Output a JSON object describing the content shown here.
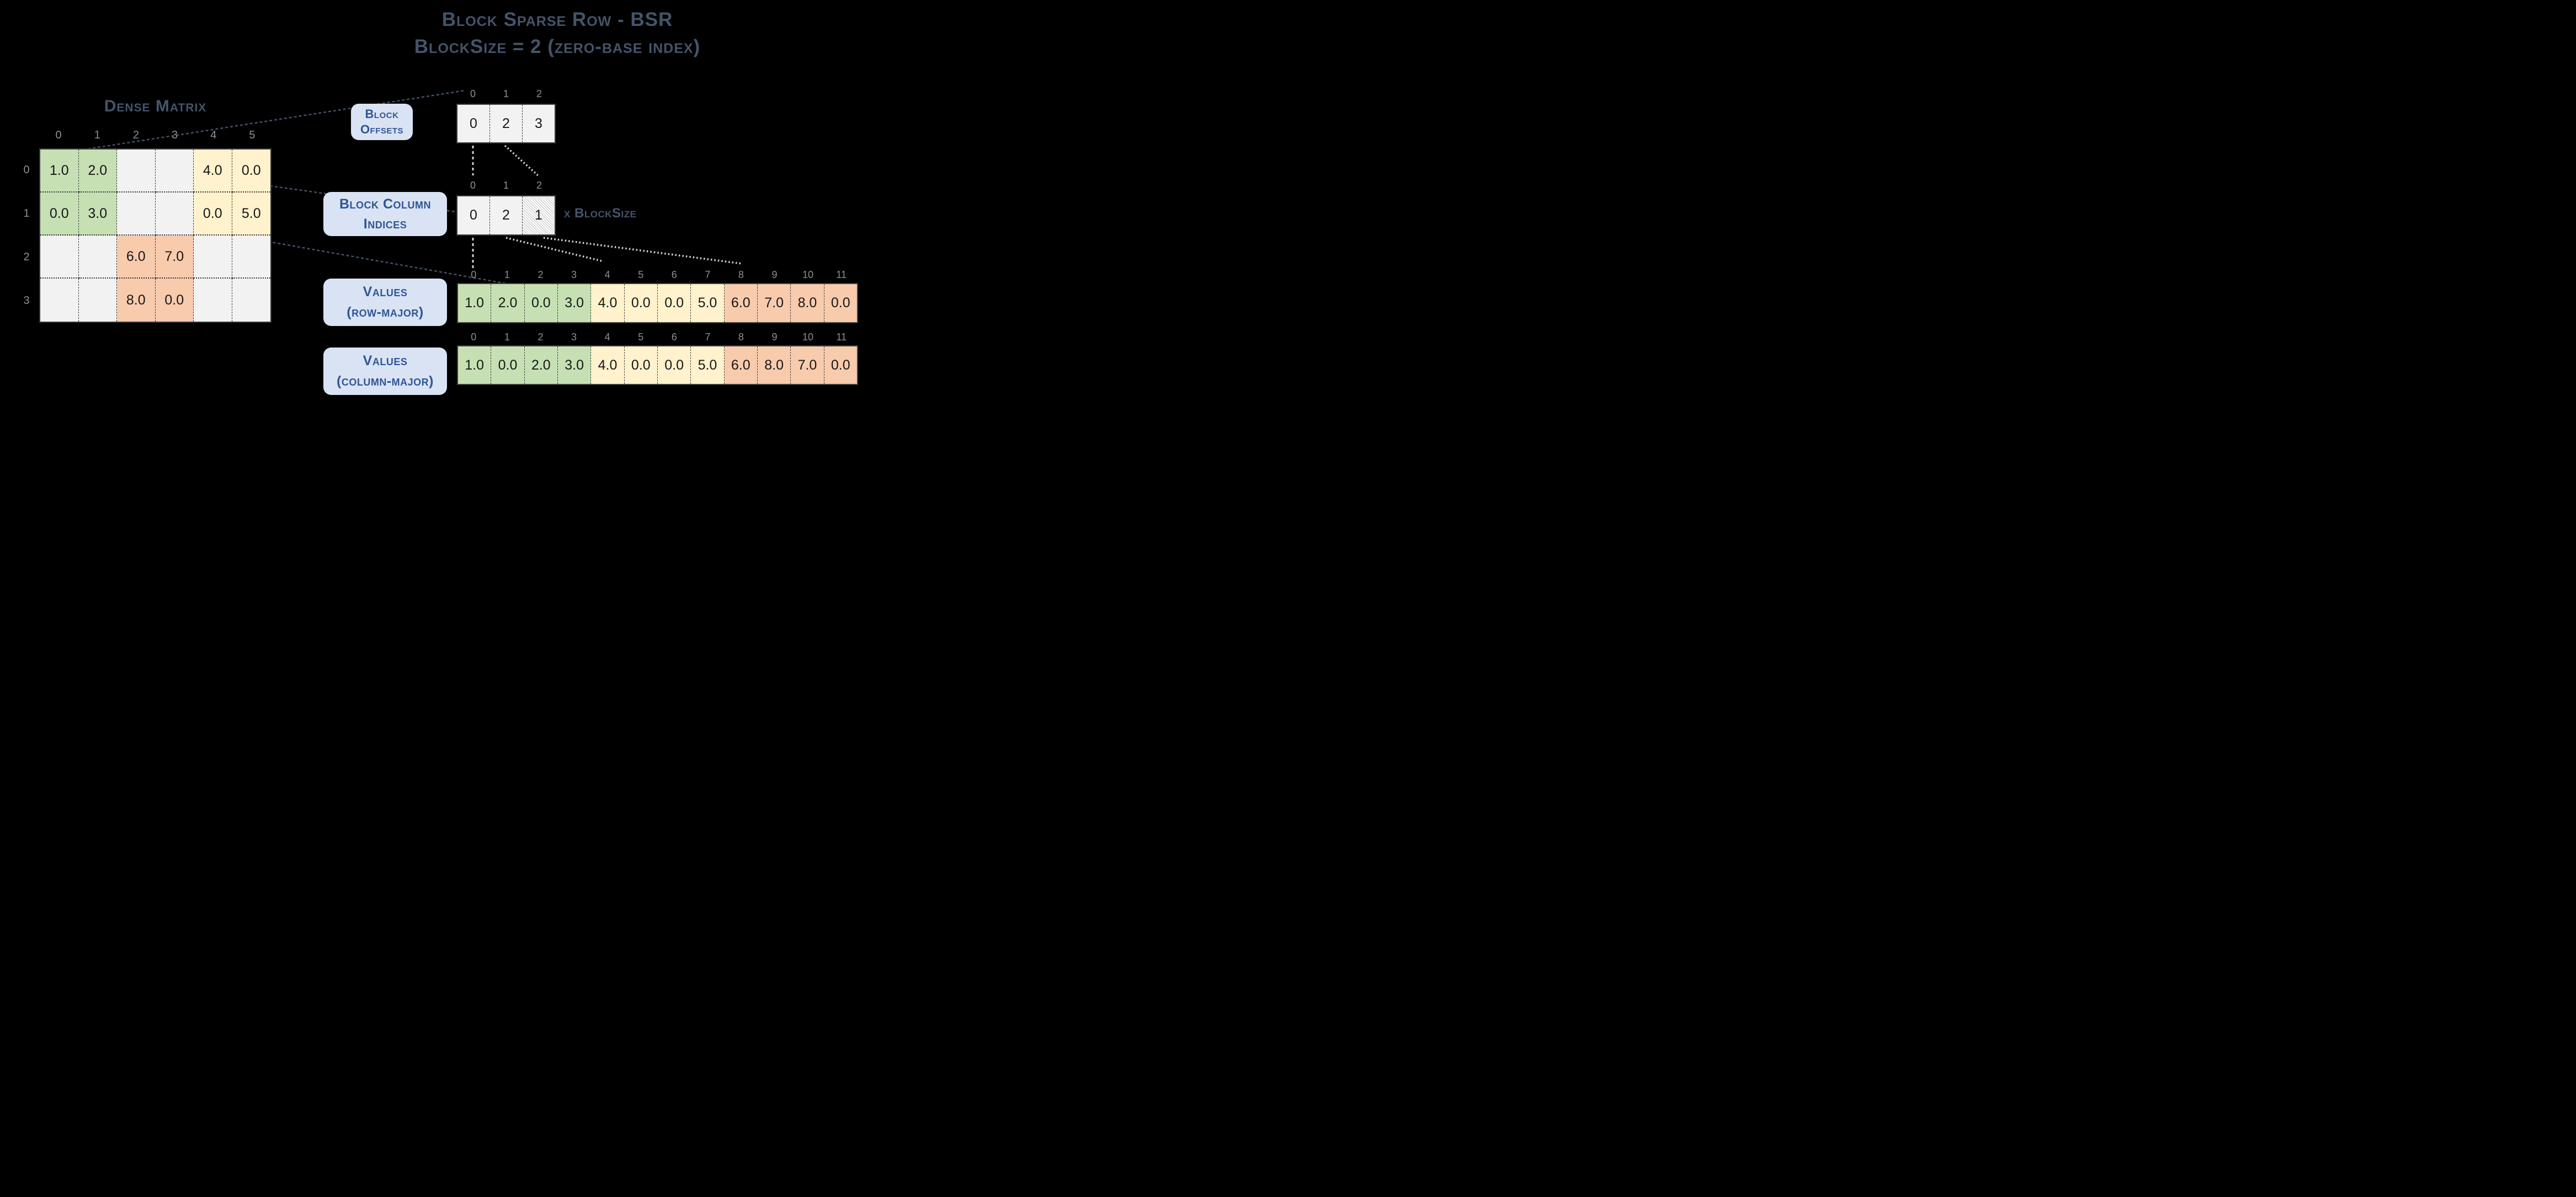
{
  "title": {
    "line1": "Block Sparse Row - BSR",
    "line2": "BlockSize = 2 (zero-base index)"
  },
  "dense_matrix": {
    "title": "Dense Matrix",
    "col_headers": [
      "0",
      "1",
      "2",
      "3",
      "4",
      "5"
    ],
    "row_headers": [
      "0",
      "1",
      "2",
      "3"
    ],
    "cells": [
      [
        "1.0",
        "2.0",
        "",
        "",
        "4.0",
        "0.0"
      ],
      [
        "0.0",
        "3.0",
        "",
        "",
        "0.0",
        "5.0"
      ],
      [
        "",
        "",
        "6.0",
        "7.0",
        "",
        ""
      ],
      [
        "",
        "",
        "8.0",
        "0.0",
        "",
        ""
      ]
    ],
    "cell_colors": [
      [
        "green",
        "green",
        "gray",
        "gray",
        "yellow",
        "yellow"
      ],
      [
        "green",
        "green",
        "gray",
        "gray",
        "yellow",
        "yellow"
      ],
      [
        "gray",
        "gray",
        "orange",
        "orange",
        "gray",
        "gray"
      ],
      [
        "gray",
        "gray",
        "orange",
        "orange",
        "gray",
        "gray"
      ]
    ]
  },
  "block_offsets": {
    "label_line1": "Block",
    "label_line2": "Offsets",
    "indices": [
      "0",
      "1",
      "2"
    ],
    "values": [
      "0",
      "2",
      "3"
    ]
  },
  "block_column_indices": {
    "label_line1": "Block Column",
    "label_line2": "Indices",
    "indices": [
      "0",
      "1",
      "2"
    ],
    "values": [
      "0",
      "2",
      "1"
    ],
    "note": "x BlockSize",
    "cell_styles": [
      "gray",
      "gray",
      "hatched"
    ]
  },
  "values_row_major": {
    "label_line1": "Values",
    "label_line2": "(row-major)",
    "indices": [
      "0",
      "1",
      "2",
      "3",
      "4",
      "5",
      "6",
      "7",
      "8",
      "9",
      "10",
      "11"
    ],
    "values": [
      "1.0",
      "2.0",
      "0.0",
      "3.0",
      "4.0",
      "0.0",
      "0.0",
      "5.0",
      "6.0",
      "7.0",
      "8.0",
      "0.0"
    ],
    "cell_colors": [
      "green",
      "green",
      "green",
      "green",
      "yellow",
      "yellow",
      "yellow",
      "yellow",
      "orange",
      "orange",
      "orange",
      "orange"
    ]
  },
  "values_column_major": {
    "label_line1": "Values",
    "label_line2": "(column-major)",
    "indices": [
      "0",
      "1",
      "2",
      "3",
      "4",
      "5",
      "6",
      "7",
      "8",
      "9",
      "10",
      "11"
    ],
    "values": [
      "1.0",
      "0.0",
      "2.0",
      "3.0",
      "4.0",
      "0.0",
      "0.0",
      "5.0",
      "6.0",
      "8.0",
      "7.0",
      "0.0"
    ],
    "cell_colors": [
      "green",
      "green",
      "green",
      "green",
      "yellow",
      "yellow",
      "yellow",
      "yellow",
      "orange",
      "orange",
      "orange",
      "orange"
    ]
  },
  "colors": {
    "background": "#000000",
    "slate": "#44546a",
    "label_box_bg": "#dae3f3",
    "label_text": "#2e5697",
    "green": "#c6e0b4",
    "yellow": "#fff2cc",
    "orange": "#f8cbad",
    "cell_gray": "#f2f2f2",
    "index_gray": "#8f8f8f",
    "value_text": "#161616",
    "connector_light": "#d4d4d4"
  }
}
